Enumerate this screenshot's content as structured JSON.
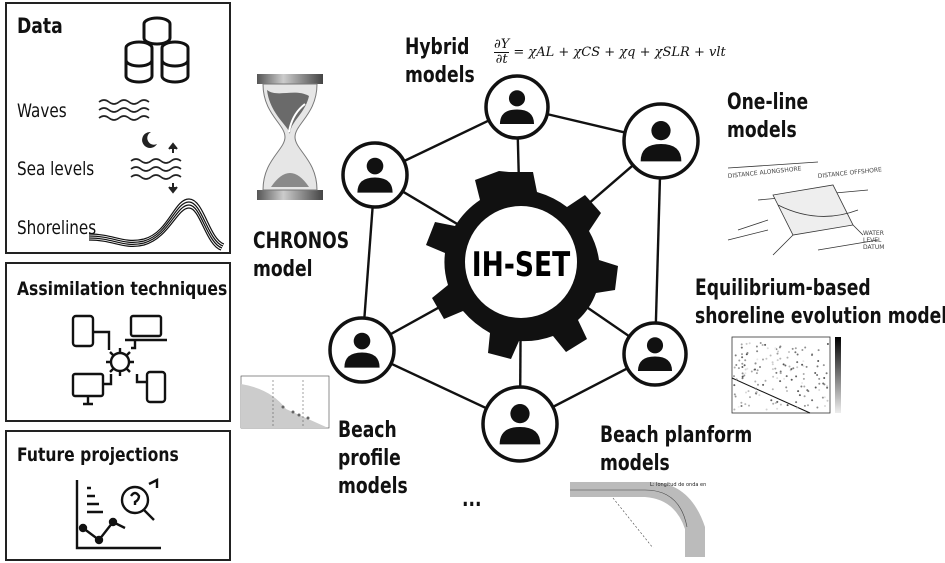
{
  "left_panels": {
    "data": {
      "title": "Data",
      "items": [
        "Waves",
        "Sea levels",
        "Shorelines"
      ]
    },
    "assimilation": {
      "title": "Assimilation techniques"
    },
    "future": {
      "title": "Future projections"
    }
  },
  "center": {
    "label": "IH-SET"
  },
  "models": {
    "hybrid": [
      "Hybrid",
      "models"
    ],
    "one_line": [
      "One-line",
      "models"
    ],
    "chronos": [
      "CHRONOS",
      "model"
    ],
    "equilibrium": [
      "Equilibrium-based",
      "shoreline evolution models"
    ],
    "beach_profile": [
      "Beach",
      "profile",
      "models"
    ],
    "beach_planform": [
      "Beach planform",
      "models"
    ],
    "more": "..."
  },
  "equation": {
    "lhs_num": "∂Y",
    "lhs_den": "∂t",
    "rhs": "= χAL + χCS + χq + χSLR + vlt"
  },
  "colors": {
    "gear": "#111111",
    "line": "#111111",
    "panel_border": "#222222"
  }
}
